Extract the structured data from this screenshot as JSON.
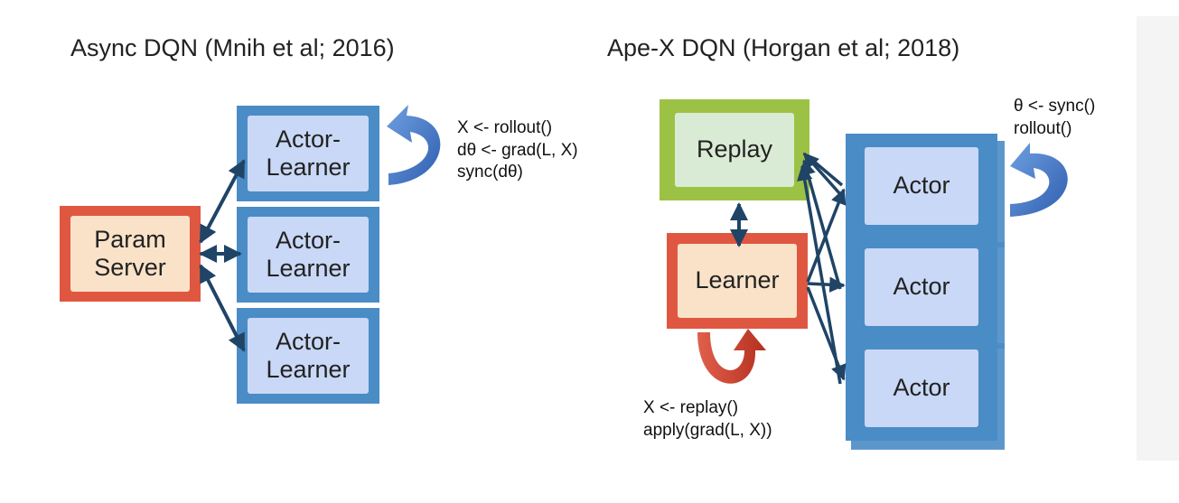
{
  "header_text": "",
  "left": {
    "title": "Async DQN (Mnih et al; 2016)",
    "param_server_label": "Param\nServer",
    "actor_learner_label": "Actor-\nLearner",
    "annotation": "X <- rollout()\ndθ <- grad(L, X)\nsync(dθ)"
  },
  "right": {
    "title": "Ape-X DQN (Horgan et al; 2018)",
    "replay_label": "Replay",
    "learner_label": "Learner",
    "actor_label": "Actor",
    "actor_annotation": "θ <- sync()\nrollout()",
    "learner_annotation": "X <- replay()\napply(grad(L, X))"
  },
  "colors": {
    "node_blue": "#4a8cc6",
    "inner_blue": "#c9d8f6",
    "node_red": "#e05741",
    "inner_peach": "#f9e2c8",
    "node_green": "#9cc245",
    "inner_green": "#d9ebd4",
    "arrow": "#1f4466",
    "loop_blue": "#3b6fb6",
    "loop_red": "#c9402e"
  }
}
